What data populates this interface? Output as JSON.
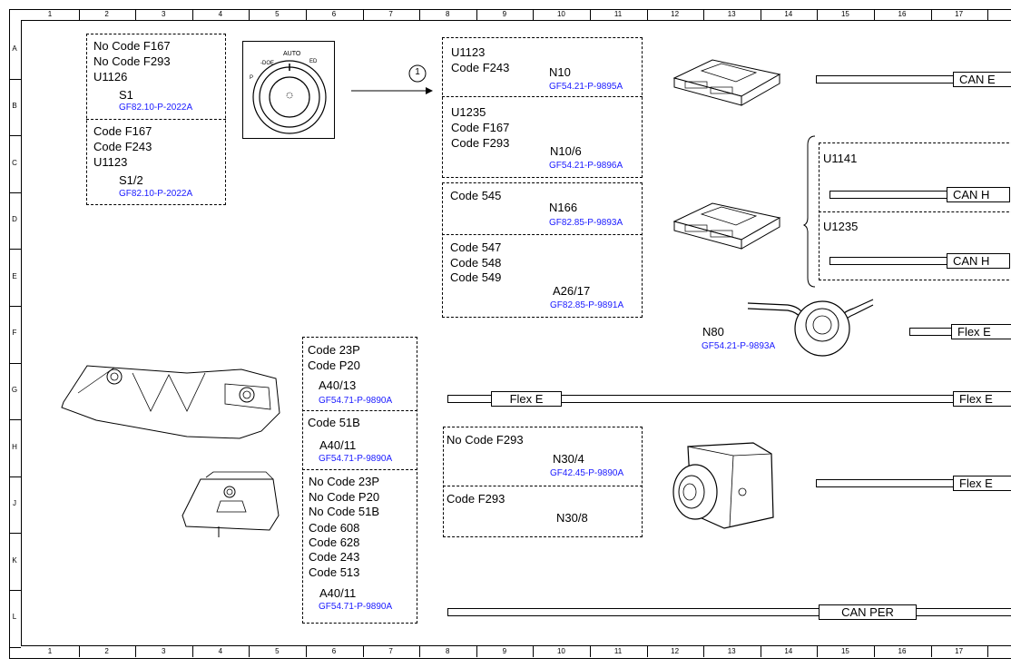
{
  "grid": {
    "columns": [
      "1",
      "2",
      "3",
      "4",
      "5",
      "6",
      "7",
      "8",
      "9",
      "10",
      "11",
      "12",
      "13",
      "14",
      "15",
      "16",
      "17"
    ],
    "rows": [
      "A",
      "B",
      "C",
      "D",
      "E",
      "F",
      "G",
      "H",
      "J",
      "K",
      "L"
    ]
  },
  "callout": "1",
  "switch_box": {
    "group1_lines": [
      "No Code F167",
      "No Code F293",
      "U1126"
    ],
    "group1_component": "S1",
    "group1_ref": "GF82.10-P-2022A",
    "group2_lines": [
      "Code F167",
      "Code F243",
      "U1123"
    ],
    "group2_component": "S1/2",
    "group2_ref": "GF82.10-P-2022A"
  },
  "headlamp_switch_icon": {
    "label_auto": "AUTO"
  },
  "module_box": {
    "n10_lines": [
      "U1123",
      "Code F243"
    ],
    "n10_component": "N10",
    "n10_ref": "GF54.21-P-9895A",
    "n10_6_lines": [
      "U1235",
      "Code F167",
      "Code F293"
    ],
    "n10_6_component": "N10/6",
    "n10_6_ref": "GF54.21-P-9896A",
    "n166_lines": [
      "Code 545"
    ],
    "n166_component": "N166",
    "n166_ref": "GF82.85-P-9893A",
    "a26_lines": [
      "Code 547",
      "Code 548",
      "Code 549"
    ],
    "a26_component": "A26/17",
    "a26_ref": "GF82.85-P-9891A"
  },
  "bus_group": {
    "u1141": "U1141",
    "u1235": "U1235",
    "can_h1": "CAN H",
    "can_h2": "CAN H"
  },
  "can_top": "CAN E",
  "n80": {
    "component": "N80",
    "ref": "GF54.21-P-9893A"
  },
  "flex_f": "Flex E",
  "flex_mid_left": "Flex E",
  "flex_mid_right": "Flex E",
  "flex_lower": "Flex E",
  "can_per": "CAN PER",
  "a40_box": {
    "g1_lines": [
      "Code 23P",
      "Code P20"
    ],
    "g1_component": "A40/13",
    "g1_ref": "GF54.71-P-9890A",
    "g2_lines": [
      "Code 51B"
    ],
    "g2_component": "A40/11",
    "g2_ref": "GF54.71-P-9890A",
    "g3_lines": [
      "No Code 23P",
      "No Code P20",
      "No Code 51B",
      "Code 608",
      "Code 628",
      "Code 243",
      "Code 513"
    ],
    "g3_component": "A40/11",
    "g3_ref": "GF54.71-P-9890A"
  },
  "n30_box": {
    "g1_lines": [
      "No Code F293"
    ],
    "g1_component": "N30/4",
    "g1_ref": "GF42.45-P-9890A",
    "g2_lines": [
      "Code F293"
    ],
    "g2_component": "N30/8"
  },
  "colors": {
    "ref_blue": "#1a1aff"
  }
}
